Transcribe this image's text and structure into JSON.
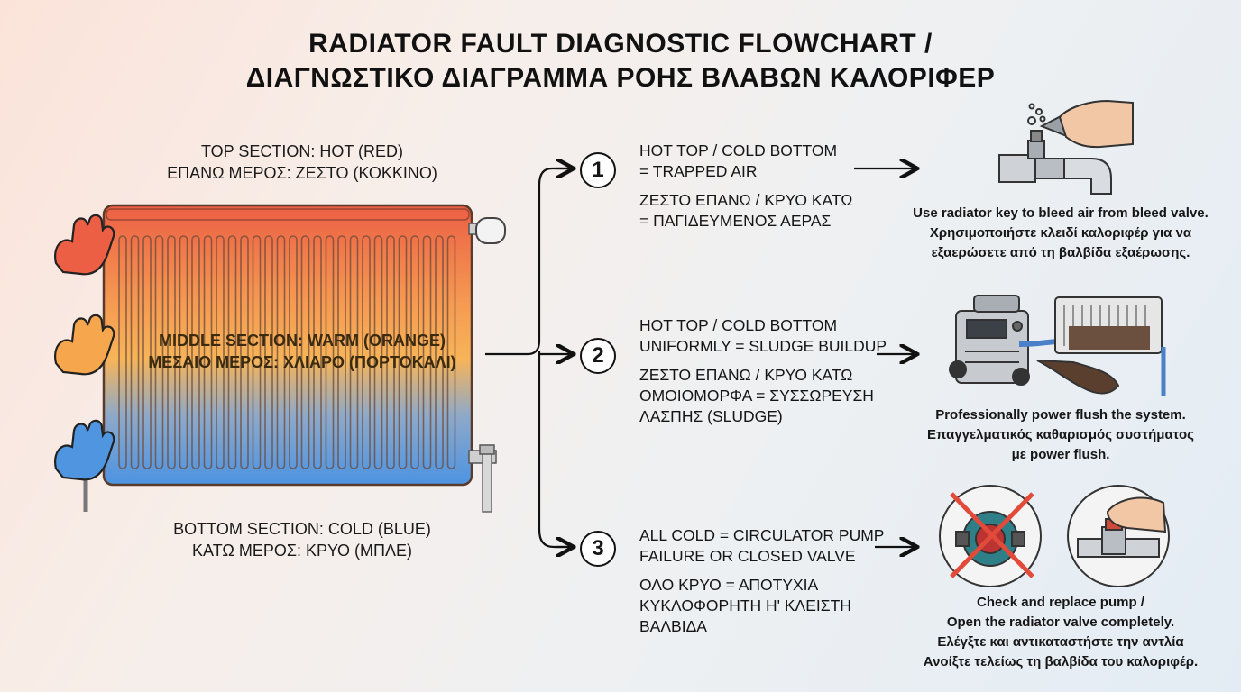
{
  "title": {
    "line1": "RADIATOR FAULT DIAGNOSTIC FLOWCHART /",
    "line2": "ΔΙΑΓΝΩΣΤΙΚΟ ΔΙΑΓΡΑΜΜΑ ΡΟΗΣ ΒΛΑΒΩΝ ΚΑΛΟΡΙΦΕΡ"
  },
  "radiator": {
    "top": {
      "en": "TOP SECTION: HOT (RED)",
      "gr": "ΕΠΑΝΩ ΜΕΡΟΣ: ΖΕΣΤΟ (ΚΟΚΚΙΝΟ)",
      "color": "#e8614a"
    },
    "middle": {
      "en": "MIDDLE SECTION: WARM (ORANGE)",
      "gr": "ΜΕΣΑΙΟ ΜΕΡΟΣ: ΧΛΙΑΡΟ (ΠΟΡΤΟΚΑΛΙ)",
      "color": "#f6a74d"
    },
    "bottom": {
      "en": "BOTTOM SECTION: COLD (BLUE)",
      "gr": "ΚΑΤΩ ΜΕΡΟΣ: ΚΡΥΟ (ΜΠΛΕ)",
      "color": "#4f95e0"
    }
  },
  "steps": [
    {
      "number": "1",
      "en": "HOT TOP / COLD BOTTOM\n= TRAPPED AIR",
      "gr": "ΖΕΣΤΟ ΕΠΑΝΩ / ΚΡΥΟ ΚΑΤΩ\n= ΠΑΓΙΔΕΥΜΕΝΟΣ ΑΕΡΑΣ",
      "action_en": "Use radiator key to bleed air from bleed valve.",
      "action_gr": "Χρησιμοποιήστε κλειδί καλοριφέρ για να\nεξαερώσετε από τη βαλβίδα εξαέρωσης.",
      "icon": "bleed-key-icon"
    },
    {
      "number": "2",
      "en": "HOT TOP / COLD BOTTOM\nUNIFORMLY = SLUDGE BUILDUP",
      "gr": "ΖΕΣΤΟ ΕΠΑΝΩ / ΚΡΥΟ ΚΑΤΩ\nΟΜΟΙΟΜΟΡΦΑ = ΣΥΣΣΩΡΕΥΣΗ\nΛΑΣΠΗΣ (SLUDGE)",
      "action_en": "Professionally power flush the system.",
      "action_gr": "Επαγγελματικός καθαρισμός συστήματος\nμε power flush.",
      "icon": "power-flush-machine-icon"
    },
    {
      "number": "3",
      "en": "ALL COLD = CIRCULATOR PUMP\nFAILURE OR CLOSED VALVE",
      "gr": "ΟΛΟ ΚΡΥΟ = ΑΠΟΤΥΧΙΑ\nΚΥΚΛΟΦΟΡΗΤΗ Η' ΚΛΕΙΣΤΗ\nΒΑΛΒΙΔΑ",
      "action_en": "Check and replace pump /\nOpen the radiator valve completely.",
      "action_gr": "Ελέγξτε και αντικαταστήστε την αντλία\nΑνοίξτε τελείως τη βαλβίδα του καλοριφέρ.",
      "icon": "pump-and-valve-icon"
    }
  ]
}
